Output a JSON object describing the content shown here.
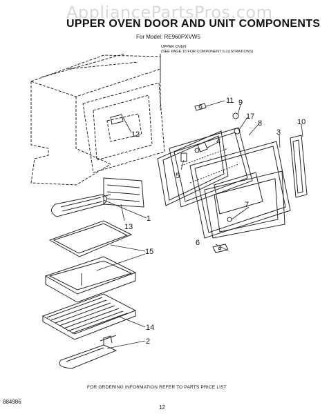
{
  "watermark": "AppliancePartsPros.com",
  "title": "UPPER OVEN DOOR AND UNIT COMPONENTS",
  "model_line": "For Model: RE960PXVW5",
  "upper_oven_label": "UPPER OVEN",
  "upper_oven_note": "(SEE PAGE 15 FOR COMPONENT ILLUSTRATIONS)",
  "footer_note": "FOR ORDERING INFORMATION REFER TO PARTS PRICE LIST",
  "document_code": "884986",
  "page_number": "12",
  "callouts": {
    "c11": "11",
    "c9": "9",
    "c17": "17",
    "c8": "8",
    "c3": "3",
    "c10": "10",
    "c4": "4",
    "c12": "12",
    "c5": "5",
    "c7": "7",
    "c6": "6",
    "c1": "1",
    "c13": "13",
    "c15": "15",
    "c14": "14",
    "c2": "2"
  }
}
